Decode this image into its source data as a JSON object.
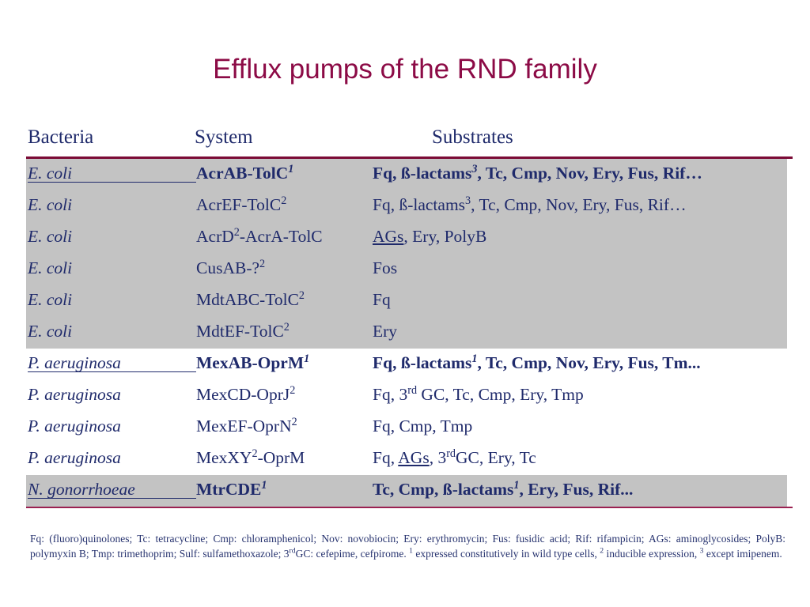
{
  "title": "Efflux pumps of the RND family",
  "colors": {
    "title": "#8C0B46",
    "rule": "#7B0B36",
    "text": "#1F2A6B",
    "band_gray": "#C3C3C3",
    "background": "#FFFFFF"
  },
  "table": {
    "headers": {
      "bacteria": "Bacteria",
      "system": "System",
      "substrates": "Substrates"
    },
    "rows": [
      {
        "bacteria": "E. coli",
        "system": "AcrAB-TolC",
        "system_sup": "1",
        "substrates": "Fq, ß-lactams",
        "substrates_sup": "3",
        "substrates_tail": ", Tc, Cmp, Nov, Ery, Fus, Rif…",
        "band": "gray",
        "bold": true,
        "lead": true
      },
      {
        "bacteria": "E. coli",
        "system": "AcrEF-TolC",
        "system_sup": "2",
        "substrates": "Fq, ß-lactams",
        "substrates_sup": "3",
        "substrates_tail": ", Tc, Cmp, Nov, Ery, Fus, Rif…",
        "band": "gray",
        "bold": false,
        "lead": false
      },
      {
        "bacteria": "E. coli",
        "system": "AcrD",
        "system_sup": "2",
        "system_tail": "-AcrA-TolC",
        "substrates_underlined": "AGs",
        "substrates_tail": ", Ery, PolyB",
        "band": "gray",
        "bold": false,
        "lead": false
      },
      {
        "bacteria": "E. coli",
        "system": "CusAB-?",
        "system_sup": "2",
        "substrates": "Fos",
        "band": "gray",
        "bold": false,
        "lead": false
      },
      {
        "bacteria": "E. coli",
        "system": "MdtABC-TolC",
        "system_sup": "2",
        "substrates": "Fq",
        "band": "gray",
        "bold": false,
        "lead": false
      },
      {
        "bacteria": "E. coli",
        "system": "MdtEF-TolC",
        "system_sup": "2",
        "substrates": "Ery",
        "band": "gray",
        "bold": false,
        "lead": false
      },
      {
        "bacteria": "P. aeruginosa",
        "system": "MexAB-OprM",
        "system_sup": "1",
        "substrates": "Fq, ß-lactams",
        "substrates_sup": "1",
        "substrates_tail": ", Tc, Cmp, Nov, Ery, Fus, Tm...",
        "band": "white",
        "bold": true,
        "lead": true
      },
      {
        "bacteria": "P. aeruginosa",
        "system": "MexCD-OprJ",
        "system_sup": "2",
        "substrates": "Fq, 3",
        "substrates_sup": "rd",
        "substrates_tail": " GC, Tc, Cmp, Ery, Tmp",
        "band": "white",
        "bold": false,
        "lead": false
      },
      {
        "bacteria": "P. aeruginosa",
        "system": "MexEF-OprN",
        "system_sup": "2",
        "substrates": "Fq, Cmp, Tmp",
        "band": "white",
        "bold": false,
        "lead": false
      },
      {
        "bacteria": "P. aeruginosa",
        "system": "MexXY",
        "system_sup": "2",
        "system_tail": "-OprM",
        "substrates": "Fq, ",
        "substrates_underlined": "AGs",
        "substrates_mid": ", 3",
        "substrates_sup": "rd",
        "substrates_tail": "GC, Ery, Tc",
        "band": "white",
        "bold": false,
        "lead": false
      },
      {
        "bacteria": "N. gonorrhoeae",
        "system": "MtrCDE",
        "system_sup": "1",
        "substrates": "Tc, Cmp, ß-lactams",
        "substrates_sup": "1",
        "substrates_tail": ", Ery, Fus, Rif...",
        "band": "gray",
        "bold": true,
        "lead": true
      }
    ]
  },
  "footnote": {
    "part1": "Fq: (fluoro)quinolones; Tc: tetracycline; Cmp: chloramphenicol; Nov: novobiocin; Ery: erythromycin; Fus: fusidic acid; Rif: rifampicin; AGs: aminoglycosides; PolyB: polymyxin B; Tmp: trimethoprim; Sulf: sulfamethoxazole; 3",
    "sup_rd": "rd",
    "part2": "GC: cefepime, cefpirome. ",
    "sup_1": "1",
    "part3": " expressed constitutively in wild type cells, ",
    "sup_2": "2",
    "part4": " inducible expression, ",
    "sup_3": "3",
    "part5": " except imipenem."
  }
}
